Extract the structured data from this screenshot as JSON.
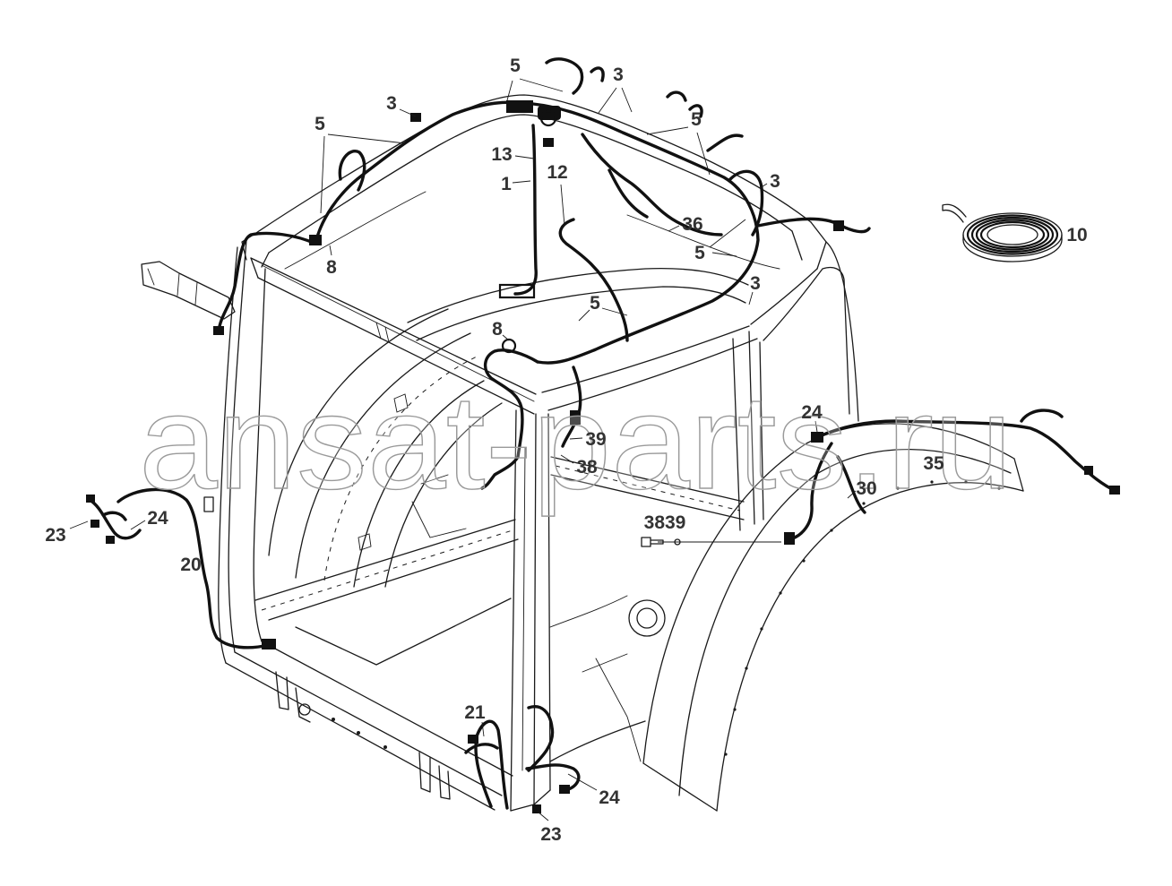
{
  "watermark": "ansat-parts.ru",
  "colors": {
    "line": "#1a1a1a",
    "harness": "#111111",
    "label": "#333333",
    "watermark": "#9a9a9a"
  },
  "callouts": [
    "5",
    "3",
    "3",
    "5",
    "5",
    "13",
    "12",
    "1",
    "3",
    "36",
    "5",
    "10",
    "8",
    "3",
    "5",
    "8",
    "24",
    "39",
    "38",
    "35",
    "30",
    "24",
    "23",
    "3839",
    "20",
    "21",
    "24",
    "23"
  ]
}
